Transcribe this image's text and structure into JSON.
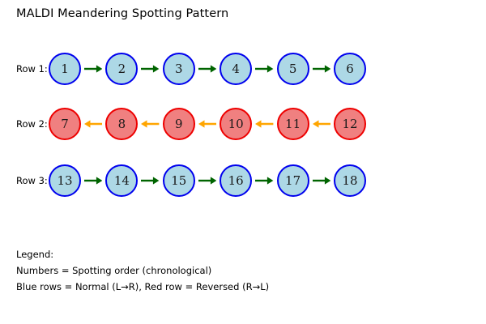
{
  "figure": {
    "title": "MALDI Meandering Spotting Pattern",
    "background": "#ffffff"
  },
  "colors": {
    "blue_fill": "#add8e6",
    "blue_edge": "#0000ee",
    "red_fill": "#f08080",
    "red_edge": "#ee0000",
    "arrow_forward": "#006400",
    "arrow_reverse": "#ffa500",
    "text": "#000000"
  },
  "rows": [
    {
      "label": "Row 1:",
      "direction": "right",
      "style": "blue",
      "arrow_color": "#006400",
      "nodes": [
        "1",
        "2",
        "3",
        "4",
        "5",
        "6"
      ]
    },
    {
      "label": "Row 2:",
      "direction": "left",
      "style": "red",
      "arrow_color": "#ffa500",
      "nodes": [
        "7",
        "8",
        "9",
        "10",
        "11",
        "12"
      ]
    },
    {
      "label": "Row 3:",
      "direction": "right",
      "style": "blue",
      "arrow_color": "#006400",
      "nodes": [
        "13",
        "14",
        "15",
        "16",
        "17",
        "18"
      ]
    }
  ],
  "legend": {
    "heading": "Legend:",
    "line1": "Numbers = Spotting order (chronological)",
    "line2": "Blue rows = Normal (L→R), Red row = Reversed (R→L)"
  },
  "chart_data": {
    "type": "diagram",
    "title": "MALDI Meandering Spotting Pattern",
    "description": "Serpentine (boustrophedon) spotting order across three rows of six spots",
    "row_count": 3,
    "nodes_per_row": 6,
    "series": [
      {
        "name": "Row 1:",
        "values": [
          1,
          2,
          3,
          4,
          5,
          6
        ],
        "direction": "L→R",
        "style": "blue"
      },
      {
        "name": "Row 2:",
        "values": [
          7,
          8,
          9,
          10,
          11,
          12
        ],
        "direction": "R→L",
        "style": "red"
      },
      {
        "name": "Row 3:",
        "values": [
          13,
          14,
          15,
          16,
          17,
          18
        ],
        "direction": "L→R",
        "style": "blue"
      }
    ]
  }
}
